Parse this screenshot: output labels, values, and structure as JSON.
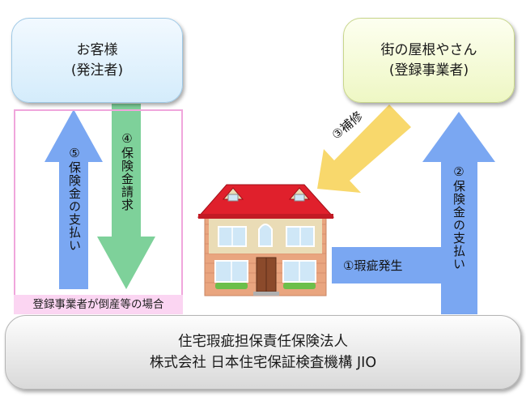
{
  "nodes": {
    "client": {
      "line1": "お客様",
      "line2": "(発注者)"
    },
    "contractor": {
      "line1": "街の屋根やさん",
      "line2": "(登録事業者)"
    },
    "corp": {
      "line1": "住宅瑕疵担保責任保険法人",
      "line2": "株式会社 日本住宅保証検査機構 JIO"
    }
  },
  "arrows": {
    "defect": "①瑕疵発生",
    "payment_to_contractor": "②保険金の支払い",
    "repair": "③補修",
    "claim": "④保険金請求",
    "payment_to_client": "⑤保険金の支払い"
  },
  "bankruptcy_label": "登録事業者が倒産等の場合",
  "colors": {
    "blue_arrow": "#7aa7f2",
    "green_arrow": "#7ed19a",
    "yellow_arrow": "#f8d86c",
    "pink_frame": "#f0a6dc",
    "roof": "#e0202c",
    "brick": "#e9a57f"
  },
  "icons": [
    "house-icon"
  ]
}
